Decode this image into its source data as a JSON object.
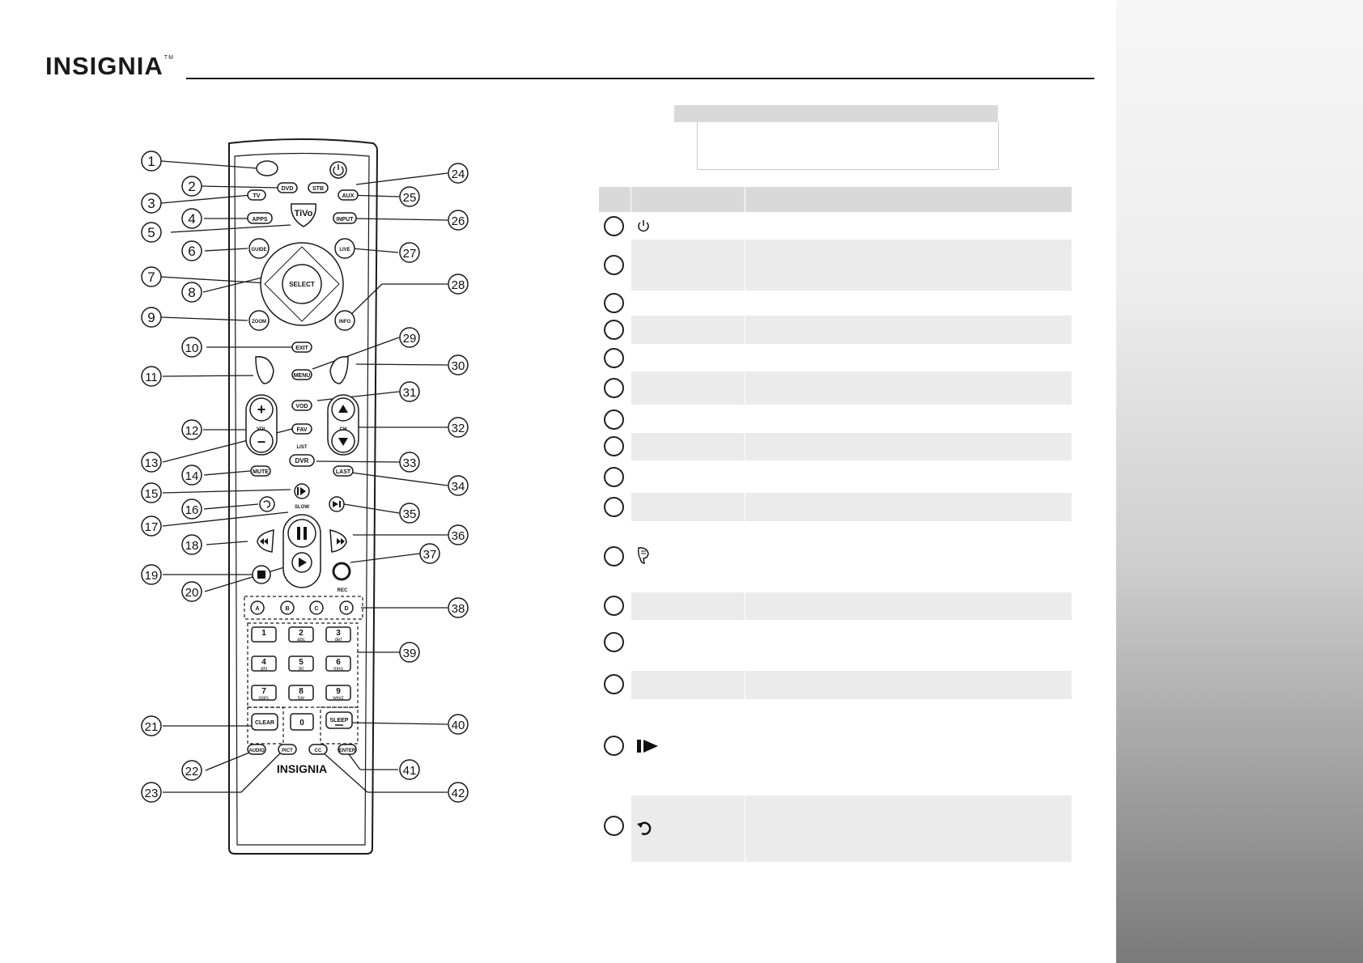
{
  "brand": {
    "name": "INSIGNIA",
    "trademark": "TM"
  },
  "remote": {
    "buttons": {
      "dvd": "DVD",
      "stb": "STB",
      "tv": "TV",
      "aux": "AUX",
      "apps": "APPS",
      "input": "INPUT",
      "tivo": "TiVo",
      "guide": "GUIDE",
      "live": "LIVE",
      "select": "SELECT",
      "zoom": "ZOOM",
      "info": "INFO",
      "exit": "EXIT",
      "menu": "MENU",
      "vol": "VOL",
      "ch": "CH",
      "vod": "VOD",
      "fav": "FAV",
      "list": "LIST",
      "dvr": "DVR",
      "mute": "MUTE",
      "last": "LAST",
      "slow": "SLOW",
      "rec": "REC",
      "a": "A",
      "b": "B",
      "c": "C",
      "d": "D",
      "clear": "CLEAR",
      "sleep": "SLEEP",
      "zero": "0",
      "audio": "AUDIO",
      "pict": "PICT",
      "cc": "CC",
      "enter": "ENTER",
      "logo": "INSIGNIA"
    },
    "keypad": [
      {
        "num": "1",
        "letters": ""
      },
      {
        "num": "2",
        "letters": "abc"
      },
      {
        "num": "3",
        "letters": "def"
      },
      {
        "num": "4",
        "letters": "ghi"
      },
      {
        "num": "5",
        "letters": "jkl"
      },
      {
        "num": "6",
        "letters": "mno"
      },
      {
        "num": "7",
        "letters": "pqrs"
      },
      {
        "num": "8",
        "letters": "tuv"
      },
      {
        "num": "9",
        "letters": "wxyz"
      }
    ],
    "callouts": [
      "1",
      "2",
      "3",
      "4",
      "5",
      "6",
      "7",
      "8",
      "9",
      "10",
      "11",
      "12",
      "13",
      "14",
      "15",
      "16",
      "17",
      "18",
      "19",
      "20",
      "21",
      "22",
      "23",
      "24",
      "25",
      "26",
      "27",
      "28",
      "29",
      "30",
      "31",
      "32",
      "33",
      "34",
      "35",
      "36",
      "37",
      "38",
      "39",
      "40",
      "41",
      "42"
    ]
  },
  "table": {
    "rows": [
      {
        "icon": "power-icon"
      },
      {
        "icon": ""
      },
      {
        "icon": ""
      },
      {
        "icon": ""
      },
      {
        "icon": ""
      },
      {
        "icon": ""
      },
      {
        "icon": ""
      },
      {
        "icon": ""
      },
      {
        "icon": ""
      },
      {
        "icon": ""
      },
      {
        "icon": "thumbs-down-icon"
      },
      {
        "icon": ""
      },
      {
        "icon": ""
      },
      {
        "icon": ""
      },
      {
        "icon": "slow-play-icon"
      },
      {
        "icon": "replay-icon"
      }
    ]
  }
}
